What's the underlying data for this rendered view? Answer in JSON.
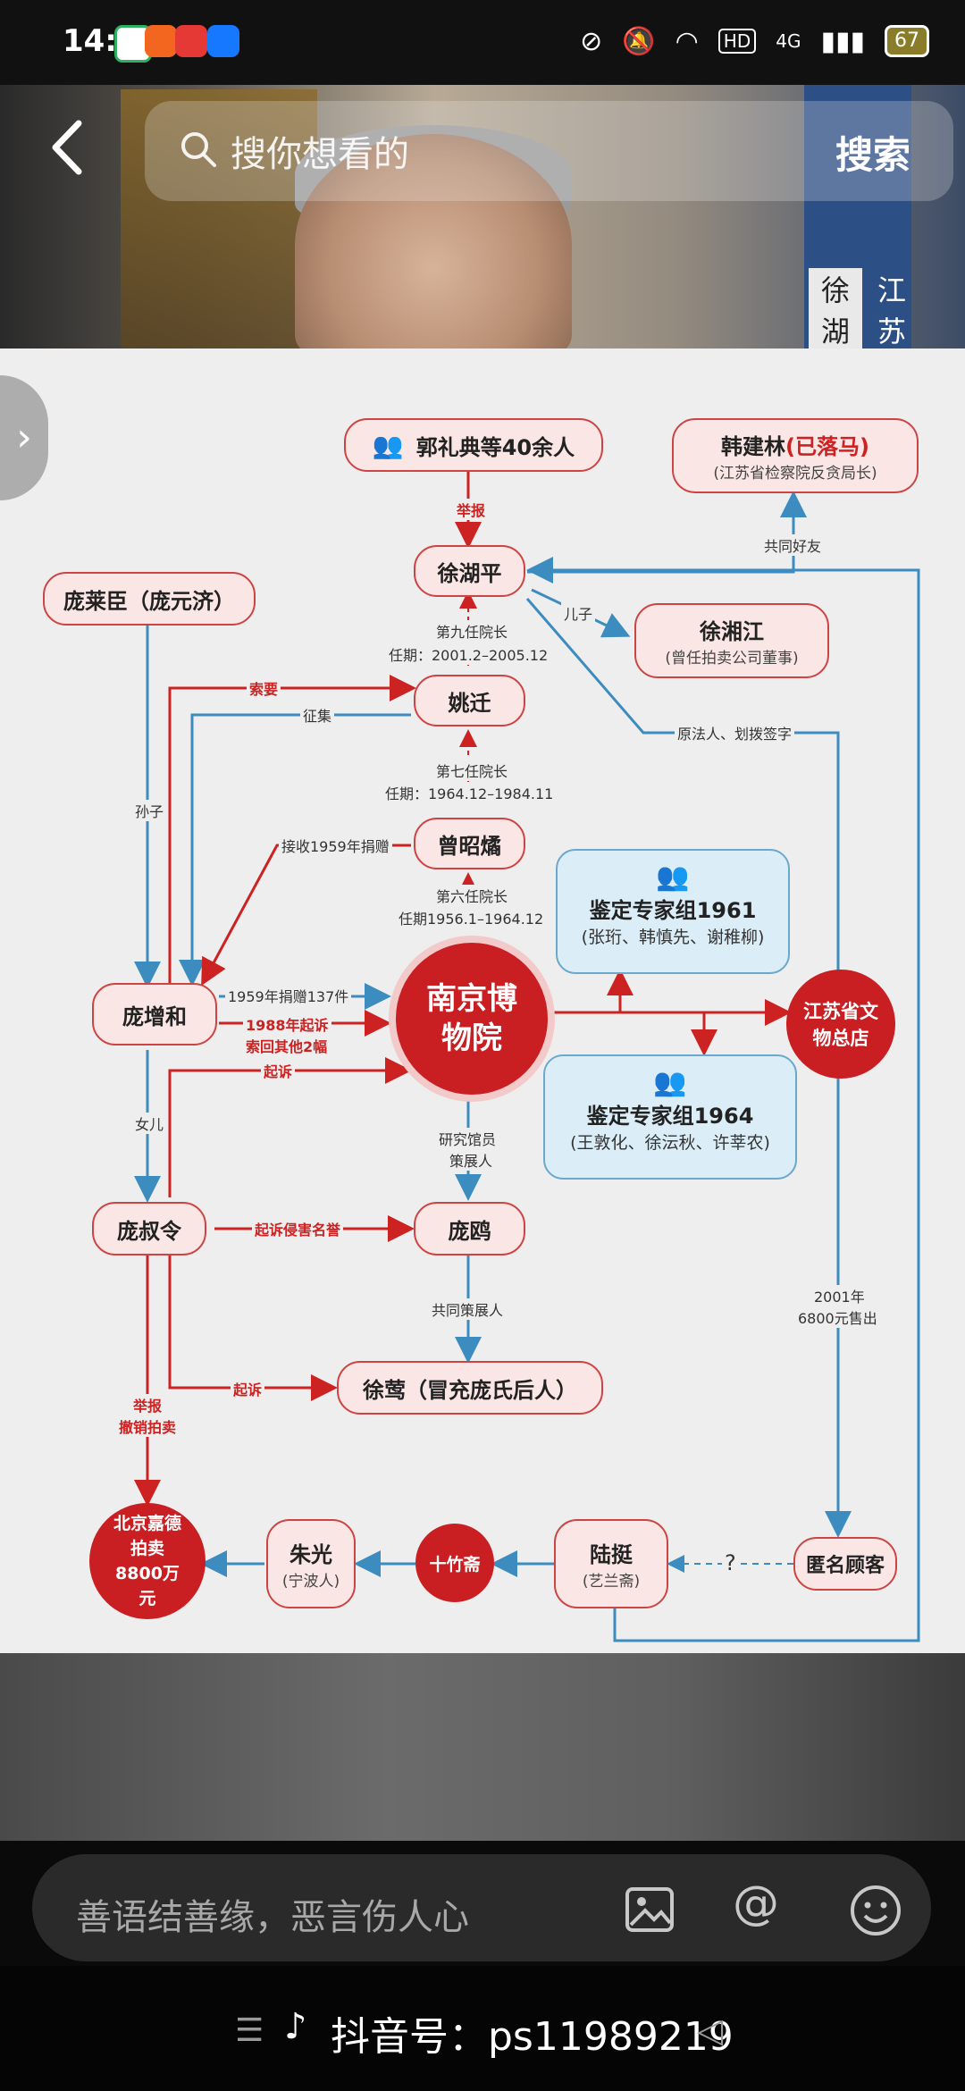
{
  "status_bar": {
    "time": "14:13",
    "battery": "67",
    "network": "4G"
  },
  "search": {
    "placeholder": "搜你想看的",
    "button_label": "搜索"
  },
  "video_side_text": [
    "徐湖",
    "江苏"
  ],
  "diagram": {
    "nodes": {
      "guo": "郭礼典等40余人",
      "han_title": "韩建林",
      "han_status": "(已落马)",
      "han_sub": "(江苏省检察院反贪局长)",
      "xu_hp": "徐湖平",
      "pang_lc": "庞莱臣（庞元济）",
      "xu_xj": "徐湘江",
      "xu_xj_sub": "(曾任拍卖公司董事)",
      "yao": "姚迁",
      "zeng": "曾昭燏",
      "expert61_title": "鉴定专家组1961",
      "expert61_sub": "(张珩、韩慎先、谢稚柳)",
      "pang_zh": "庞增和",
      "museum": "南京博物院",
      "js_store": "江苏省文物总店",
      "expert64_title": "鉴定专家组1964",
      "expert64_sub": "(王敦化、徐沄秋、许莘农)",
      "pang_sl": "庞叔令",
      "pang_ou": "庞鸥",
      "xu_ying": "徐莺（冒充庞氏后人）",
      "bj_auction": "北京嘉德拍卖8800万元",
      "zhu_guang": "朱光",
      "zhu_guang_sub": "(宁波人)",
      "shizhuzhai": "十竹斋",
      "lu_ting": "陆挺",
      "lu_ting_sub": "(艺兰斋)",
      "anon": "匿名顾客"
    },
    "labels": {
      "report": "举报",
      "friend": "共同好友",
      "son": "儿子",
      "ninth": "第九任院长",
      "ninth_term": "任期：2001.2–2005.12",
      "demand": "索要",
      "collect": "征集",
      "legal": "原法人、划拨签字",
      "grandson": "孙子",
      "seventh": "第七任院长",
      "seventh_term": "任期：1964.12–1984.11",
      "receive": "接收1959年捐赠",
      "sixth": "第六任院长",
      "sixth_term": "任期1956.1–1964.12",
      "donate": "1959年捐赠137件",
      "sue1988": "1988年起诉",
      "recover": "索回其他2幅",
      "sue": "起诉",
      "daughter": "女儿",
      "researcher": "研究馆员",
      "curator": "策展人",
      "defame": "起诉侵害名誉",
      "co_curator": "共同策展人",
      "sold": "2001年",
      "sold_price": "6800元售出",
      "sue2": "起诉",
      "report_cancel": "举报",
      "cancel_auction": "撤销拍卖",
      "question": "?"
    }
  },
  "comment": {
    "placeholder": "善语结善缘，恶言伤人心"
  },
  "footer": {
    "account": "抖音号：ps11989219"
  }
}
